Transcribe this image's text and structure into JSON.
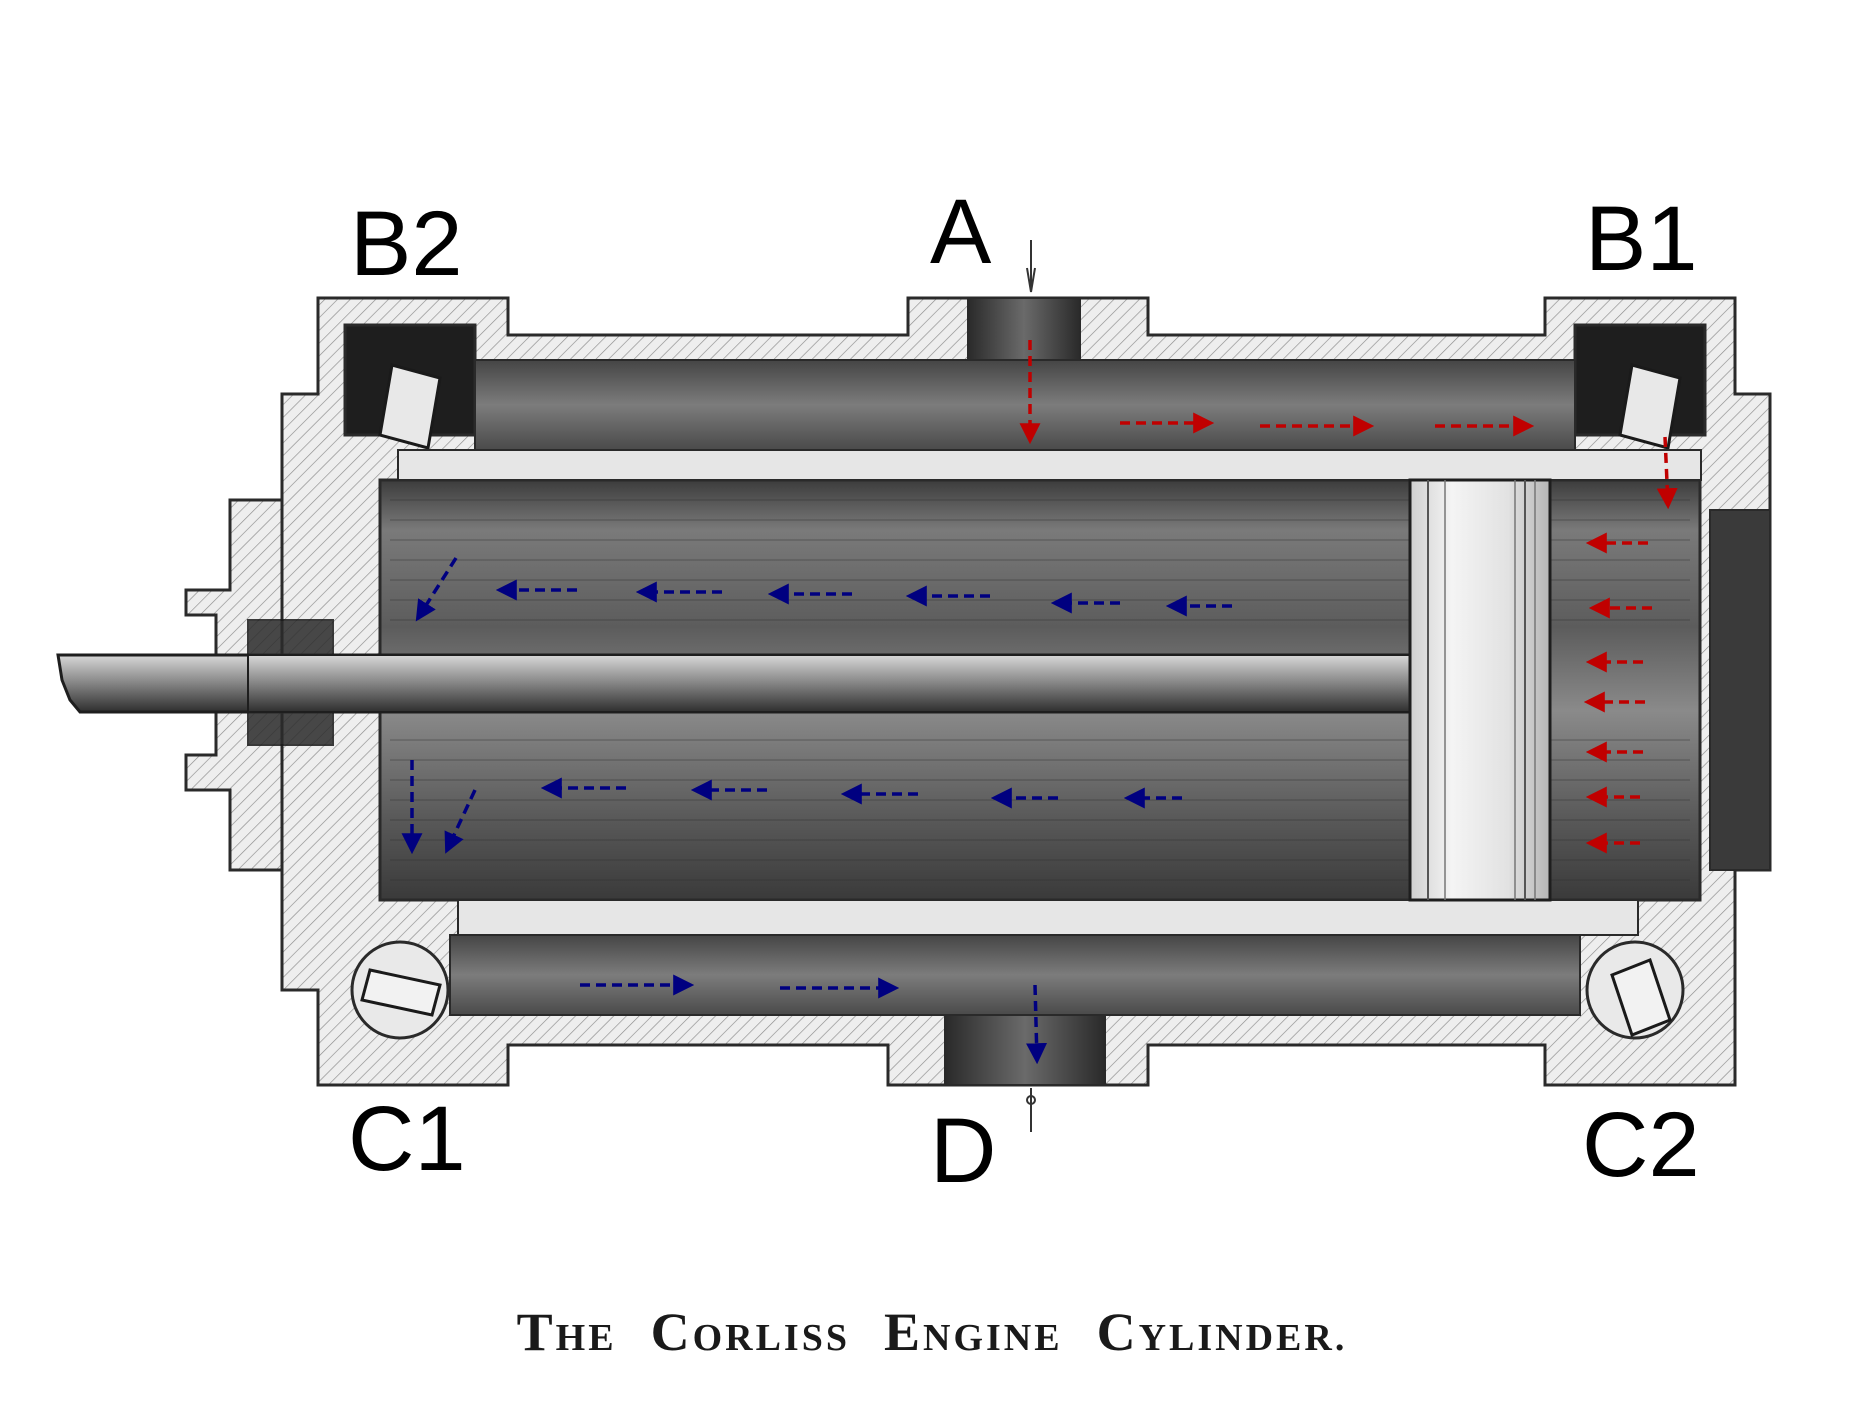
{
  "labels": {
    "A": "A",
    "B1": "B1",
    "B2": "B2",
    "C1": "C1",
    "C2": "C2",
    "D": "D"
  },
  "caption": {
    "the_cap": "T",
    "the_rest": "HE",
    "corliss_cap": "C",
    "corliss_rest": "ORLISS",
    "engine_cap": "E",
    "engine_rest": "NGINE",
    "cylinder_cap": "C",
    "cylinder_rest": "YLINDER."
  },
  "colors": {
    "steam_in_arrows": "#c00000",
    "exhaust_arrows": "#000080",
    "metal_outline": "#2a2a2a",
    "wall_fill": "#e6e6e6",
    "chamber_dark": "#4a4a4a"
  }
}
